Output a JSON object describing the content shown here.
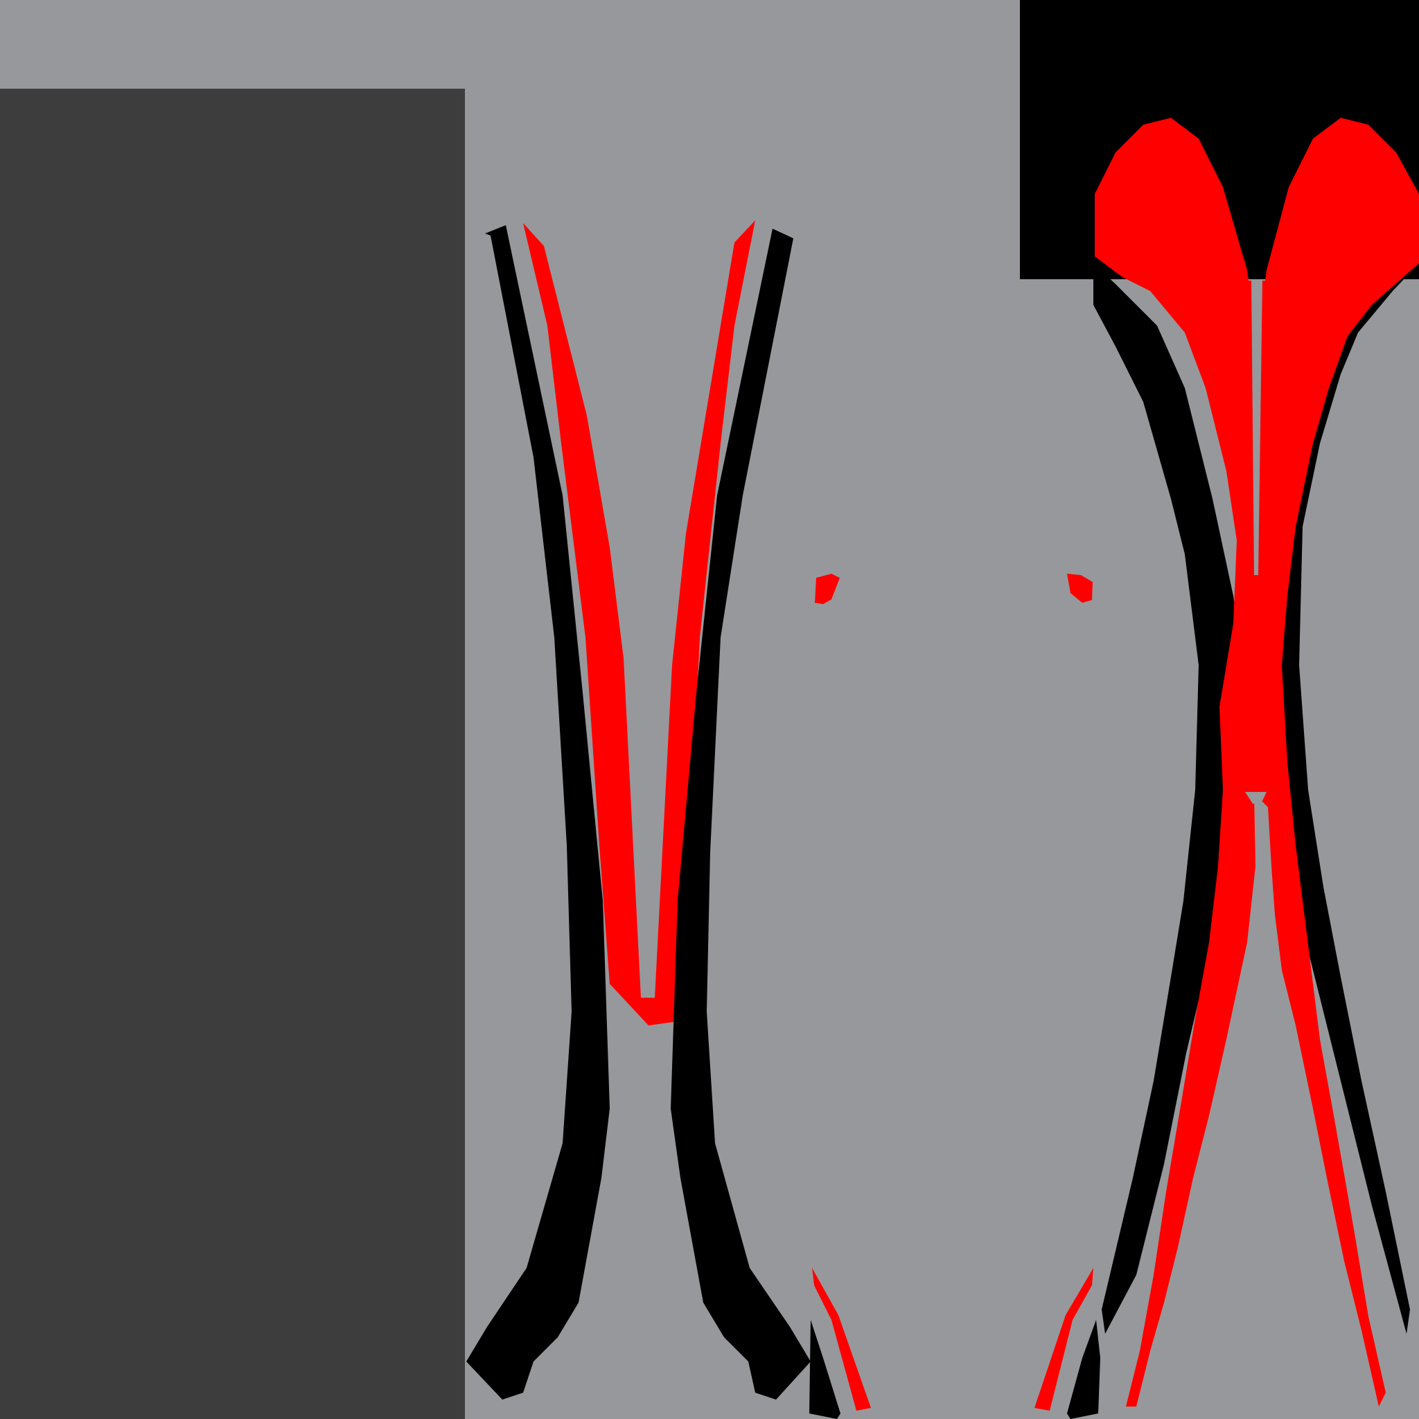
{
  "colors": {
    "background": "#97989b",
    "panel": "#3d3d3d",
    "black": "#000000",
    "red": "#ff0000"
  },
  "parts": [
    "dark-panel",
    "black-top-block",
    "left-outer-stripe",
    "right-outer-stripe",
    "left-inner-red-stripe",
    "right-inner-red-stripe",
    "left-small-red-mark",
    "right-small-red-mark",
    "back-red-shape",
    "back-black-outline"
  ]
}
